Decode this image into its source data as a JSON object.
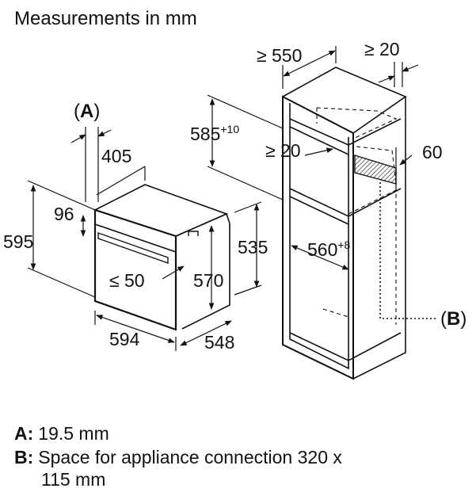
{
  "title": "Measurements in mm",
  "tags": {
    "a": "A",
    "b": "B"
  },
  "dimensions": {
    "oven_depth_rear": "405",
    "oven_top_96": "96",
    "oven_height_595": "595",
    "oven_width_594": "594",
    "oven_depth_548": "548",
    "oven_lower_50": "≤ 50",
    "oven_niche_570": "570",
    "oven_front_535": "535",
    "cab_width": "≥ 550",
    "cab_rear_gap": "≥ 20",
    "cab_height_585": "585",
    "cab_height_585_tol": "+10",
    "cab_inner_gap": "≥ 20",
    "cab_vent_60": "60",
    "cab_niche_560": "560",
    "cab_niche_560_tol": "+8"
  },
  "legend": {
    "a_key": "A:",
    "a_text": "19.5 mm",
    "b_key": "B:",
    "b_text_line1": "Space for appliance connection 320 x",
    "b_text_line2": "115 mm"
  }
}
